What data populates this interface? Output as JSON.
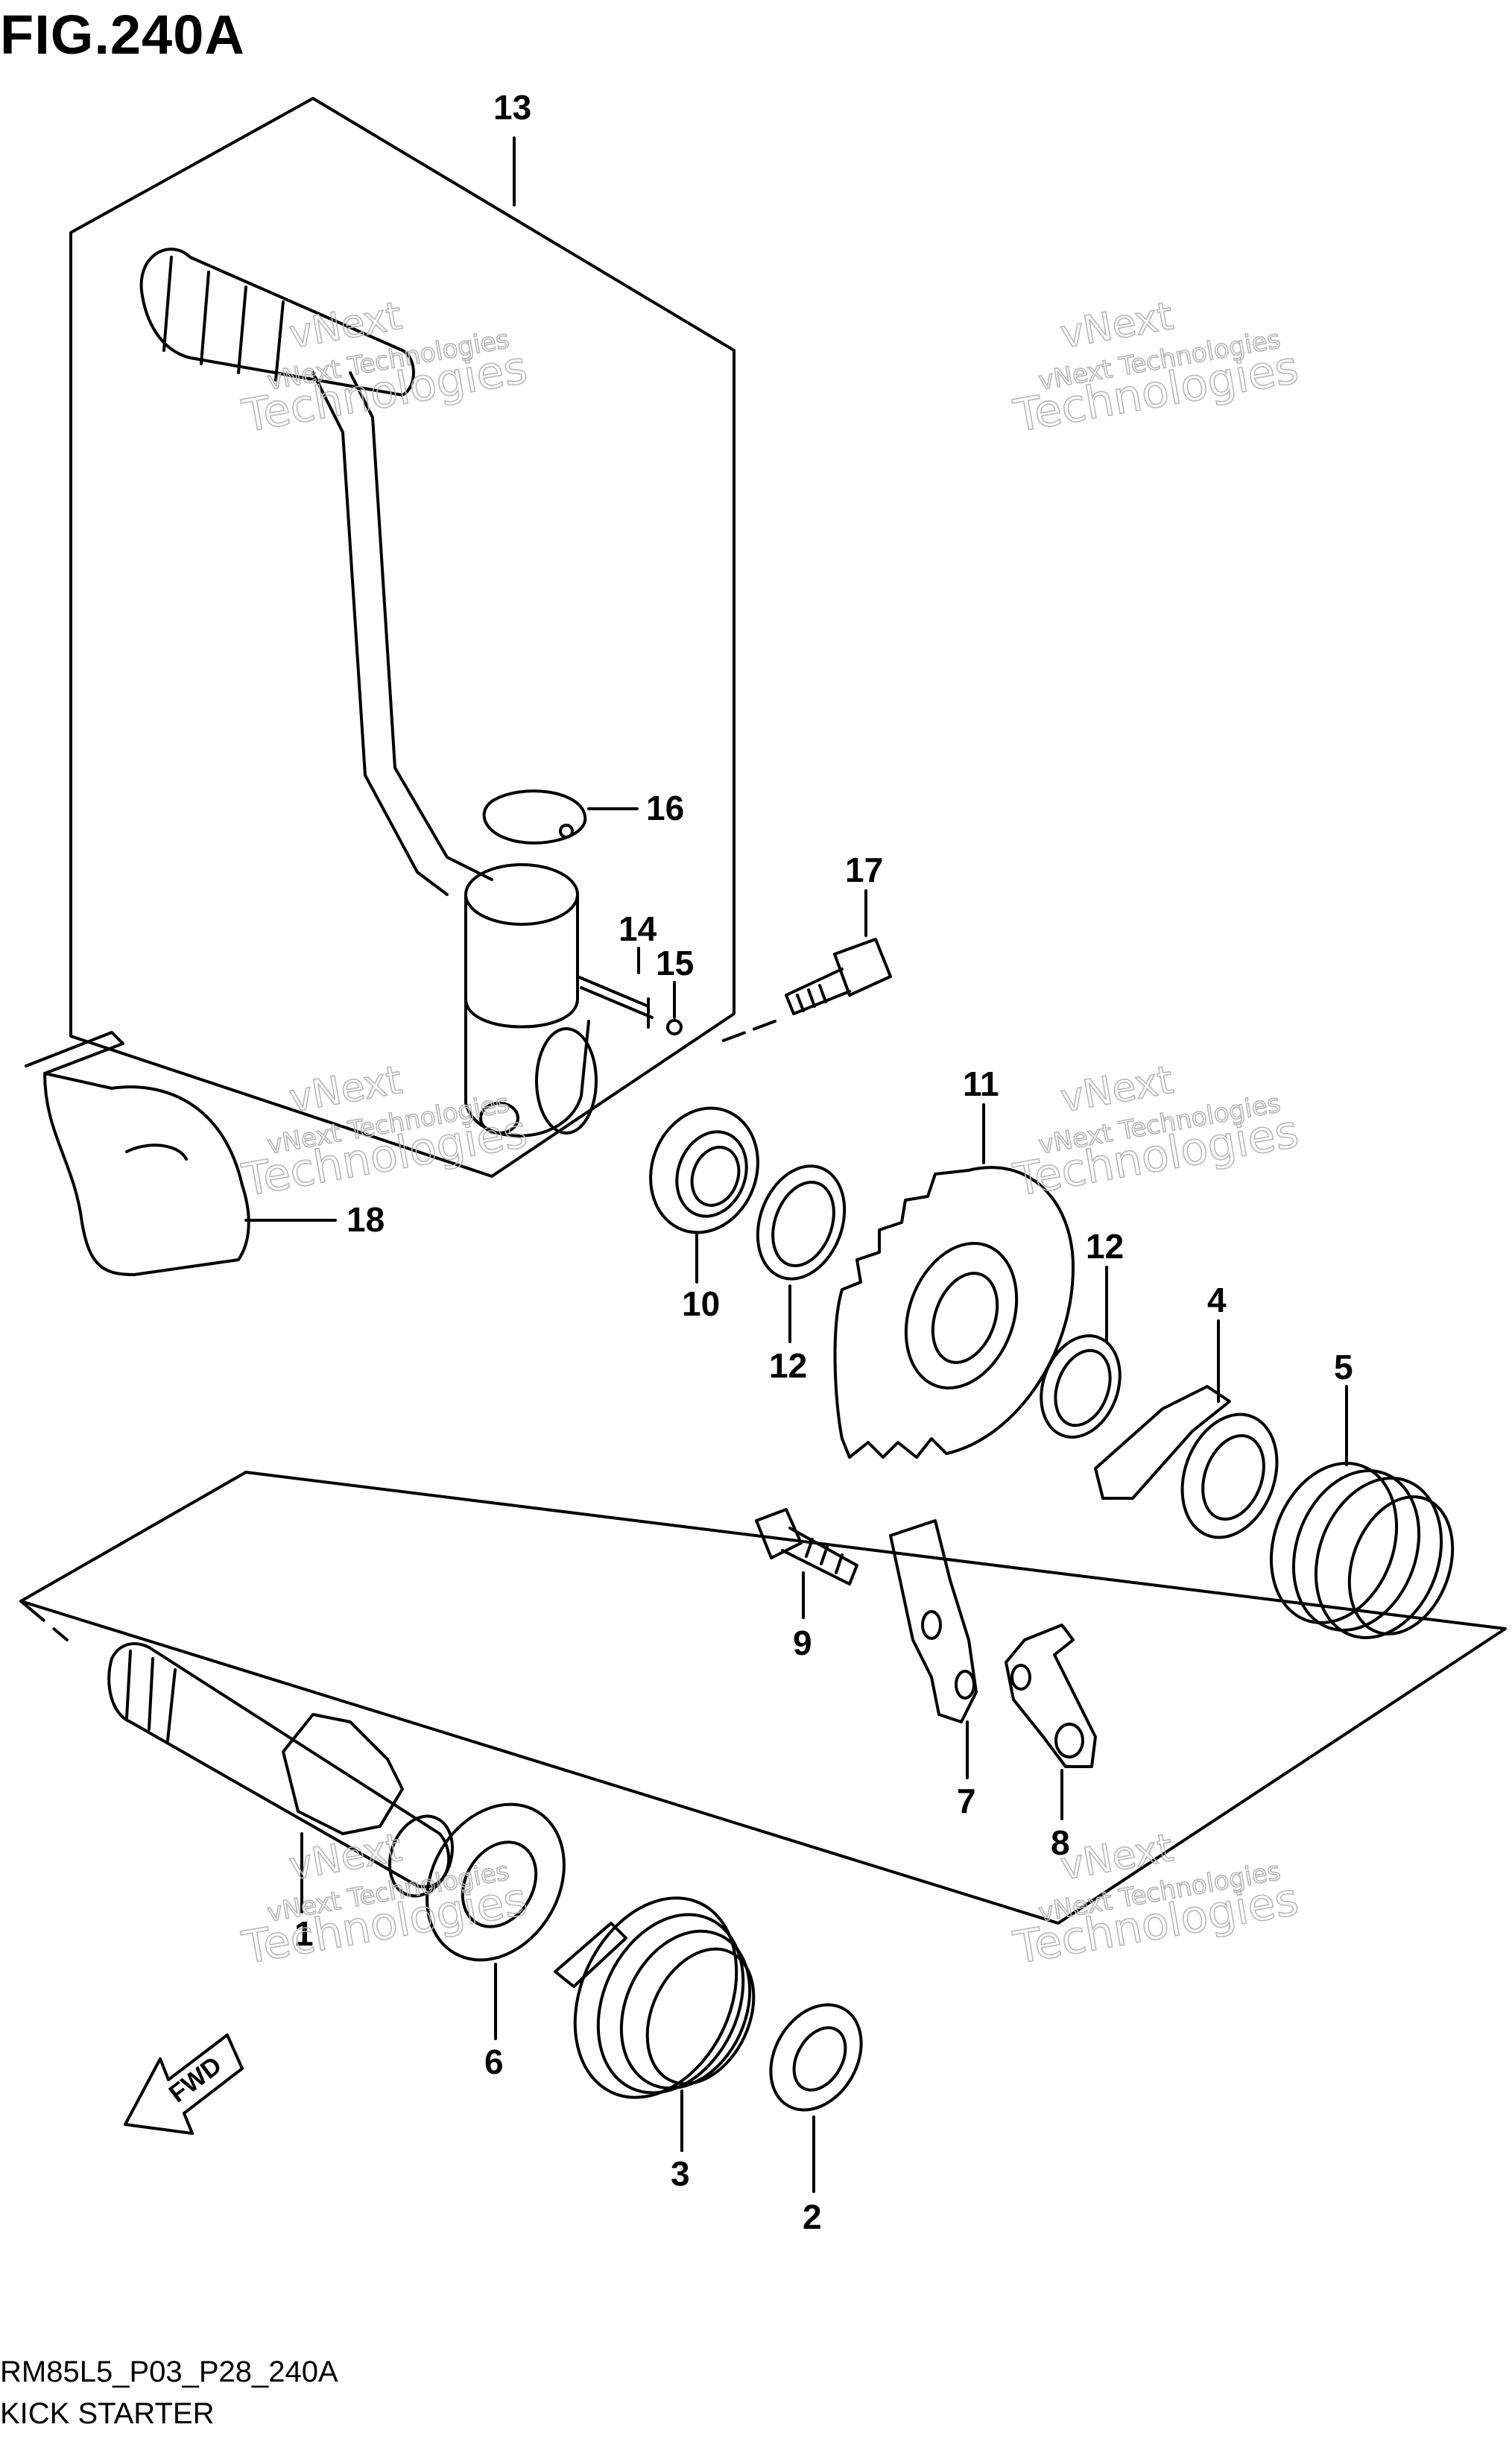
{
  "title": "FIG.240A",
  "diagram_code": "RM85L5_P03_P28_240A",
  "caption": "KICK STARTER",
  "watermark": {
    "line1": "vNext",
    "line2": "vNext Technologies",
    "line3": "Technologies"
  },
  "callouts": [
    "13",
    "16",
    "17",
    "14",
    "15",
    "18",
    "11",
    "10",
    "12",
    "12",
    "4",
    "5",
    "9",
    "7",
    "8",
    "1",
    "6",
    "3",
    "2"
  ],
  "fwd_label": "FWD"
}
